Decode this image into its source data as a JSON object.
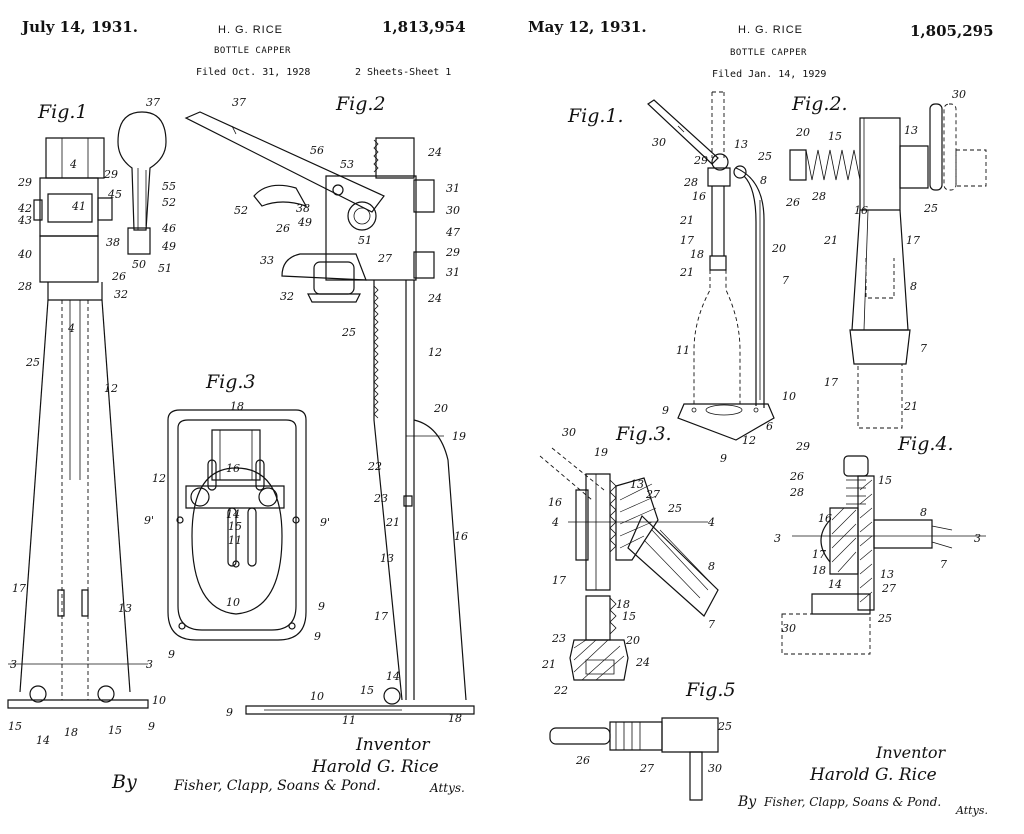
{
  "left_patent": {
    "date": "July 14, 1931.",
    "inventor": "H. G. RICE",
    "number": "1,813,954",
    "title": "BOTTLE CAPPER",
    "filed": "Filed Oct. 31, 1928",
    "sheets": "2 Sheets-Sheet 1",
    "figures": [
      "Fig.1",
      "Fig.2",
      "Fig.3"
    ],
    "inventor_label": "Inventor",
    "inventor_signature": "Harold G. Rice",
    "by_label": "By",
    "attorneys": "Fisher, Clapp, Soans & Pond.",
    "attys_label": "Attys.",
    "ref_numerals": {
      "fig1": [
        "37",
        "29",
        "42",
        "43",
        "40",
        "28",
        "41",
        "45",
        "4",
        "4",
        "29",
        "55",
        "52",
        "46",
        "49",
        "50",
        "51",
        "38",
        "26",
        "32",
        "25",
        "12",
        "17",
        "13",
        "3",
        "3",
        "15",
        "14",
        "18",
        "15",
        "10",
        "9"
      ],
      "fig2": [
        "37",
        "56",
        "53",
        "24",
        "52",
        "38",
        "49",
        "26",
        "51",
        "47",
        "31",
        "30",
        "29",
        "27",
        "31",
        "33",
        "32",
        "24",
        "25",
        "12",
        "20",
        "19",
        "22",
        "23",
        "21",
        "13",
        "16",
        "17",
        "14",
        "15",
        "9",
        "10",
        "11",
        "18"
      ],
      "fig3": [
        "18",
        "16",
        "12",
        "14",
        "15",
        "11",
        "9'",
        "9'",
        "10",
        "9",
        "9",
        "9"
      ]
    }
  },
  "right_patent": {
    "date": "May 12, 1931.",
    "inventor": "H. G. RICE",
    "number": "1,805,295",
    "title": "BOTTLE CAPPER",
    "filed": "Filed Jan. 14, 1929",
    "figures": [
      "Fig.1.",
      "Fig.2.",
      "Fig.3.",
      "Fig.4.",
      "Fig.5"
    ],
    "inventor_label": "Inventor",
    "inventor_signature": "Harold G. Rice",
    "by_label": "By",
    "attorneys": "Fisher, Clapp, Soans & Pond.",
    "attys_label": "Attys.",
    "ref_numerals": {
      "fig1": [
        "30",
        "29",
        "28",
        "16",
        "21",
        "17",
        "18",
        "21",
        "11",
        "9",
        "13",
        "25",
        "8",
        "20",
        "7",
        "10",
        "6",
        "12",
        "9"
      ],
      "fig2": [
        "30",
        "20",
        "15",
        "13",
        "26",
        "28",
        "16",
        "25",
        "17",
        "8",
        "7",
        "21",
        "17",
        "21"
      ],
      "fig3": [
        "30",
        "19",
        "13",
        "27",
        "16",
        "25",
        "4",
        "4",
        "17",
        "8",
        "18",
        "15",
        "20",
        "7",
        "23",
        "21",
        "24",
        "22"
      ],
      "fig4": [
        "29",
        "26",
        "28",
        "15",
        "16",
        "8",
        "3",
        "3",
        "17",
        "18",
        "14",
        "13",
        "27",
        "7",
        "30",
        "25"
      ],
      "fig5": [
        "25",
        "26",
        "27",
        "30"
      ]
    }
  }
}
